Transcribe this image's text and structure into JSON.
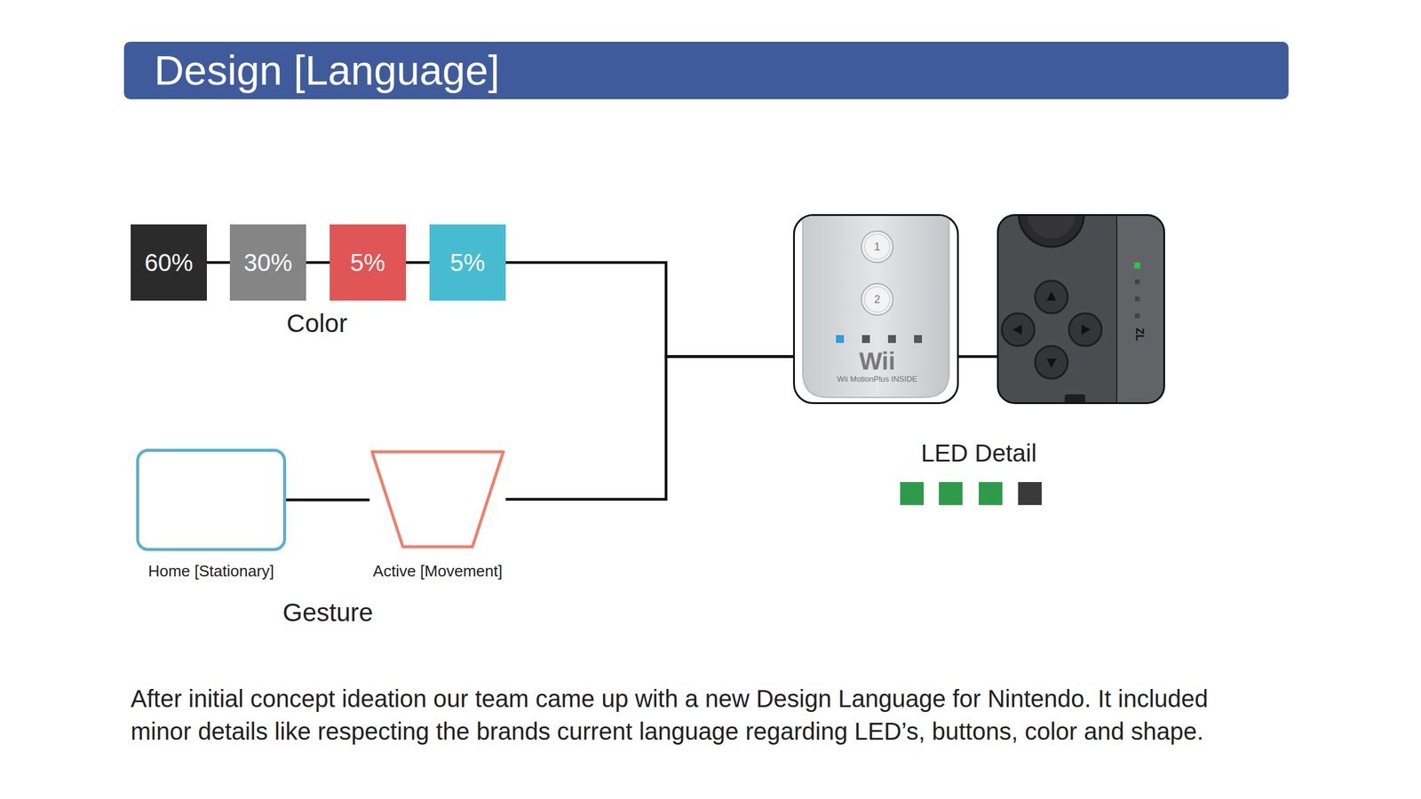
{
  "diagram": {
    "title": "Design [Language]",
    "caption": "After initial concept ideation our team came up with a new Design Language for Nintendo. It included minor details like respecting the brands current language regarding LED’s, buttons, color and shape.",
    "nodes": [
      {
        "text": [
          "60%"
        ]
      },
      {
        "text": [
          "30%"
        ]
      },
      {
        "text": [
          "5%"
        ]
      },
      {
        "text": [
          "5%"
        ]
      },
      {
        "text": [
          "1",
          "2",
          "Wii",
          "Wii MotionPlus INSIDE"
        ]
      },
      {
        "text": [
          "ZL"
        ]
      },
      {
        "text": [
          "Home [Stationary]"
        ]
      },
      {
        "text": [
          "Active [Movement]"
        ]
      }
    ],
    "edges": [
      {
        "from": 0,
        "to": 1,
        "arrow": "none"
      },
      {
        "from": 1,
        "to": 2,
        "arrow": "none"
      },
      {
        "from": 2,
        "to": 3,
        "arrow": "none"
      },
      {
        "from": 3,
        "to": 4,
        "arrow": "none"
      },
      {
        "from": 6,
        "to": 7,
        "arrow": "none"
      },
      {
        "from": 7,
        "to": 4,
        "arrow": "none"
      },
      {
        "from": 4,
        "to": 5,
        "arrow": "none"
      }
    ],
    "labels": [
      "Color",
      "Gesture",
      "LED Detail"
    ]
  }
}
